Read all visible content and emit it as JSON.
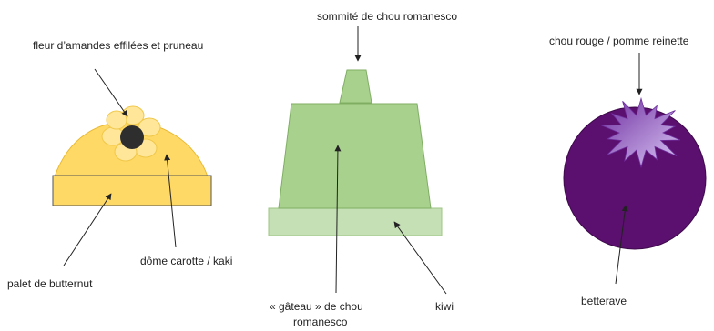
{
  "labels": {
    "flower": "fleur d’amandes effilées et pruneau",
    "dome": "dôme carotte / kaki",
    "palet": "palet de butternut",
    "top": "sommité de chou romanesco",
    "cake_line1": "« gâteau » de chou",
    "cake_line2": "romanesco",
    "kiwi": "kiwi",
    "red_cabbage": "chou rouge / pomme reinette",
    "beet": "betterave"
  },
  "colors": {
    "dome": "#ffd966",
    "dome_stroke": "#e8b830",
    "palet": "#ffd966",
    "petal": "#ffe699",
    "petal_stroke": "#f0c84a",
    "prune": "#2e2e2e",
    "romanesco_light": "#c5e0b4",
    "romanesco": "#a9d18e",
    "romanesco_stroke": "#7fae63",
    "beet": "#5b0f6e",
    "beet_stroke": "#3d0a4b",
    "star_start": "#7030a0",
    "star_end": "#d9c6f5",
    "arrow": "#222222"
  }
}
